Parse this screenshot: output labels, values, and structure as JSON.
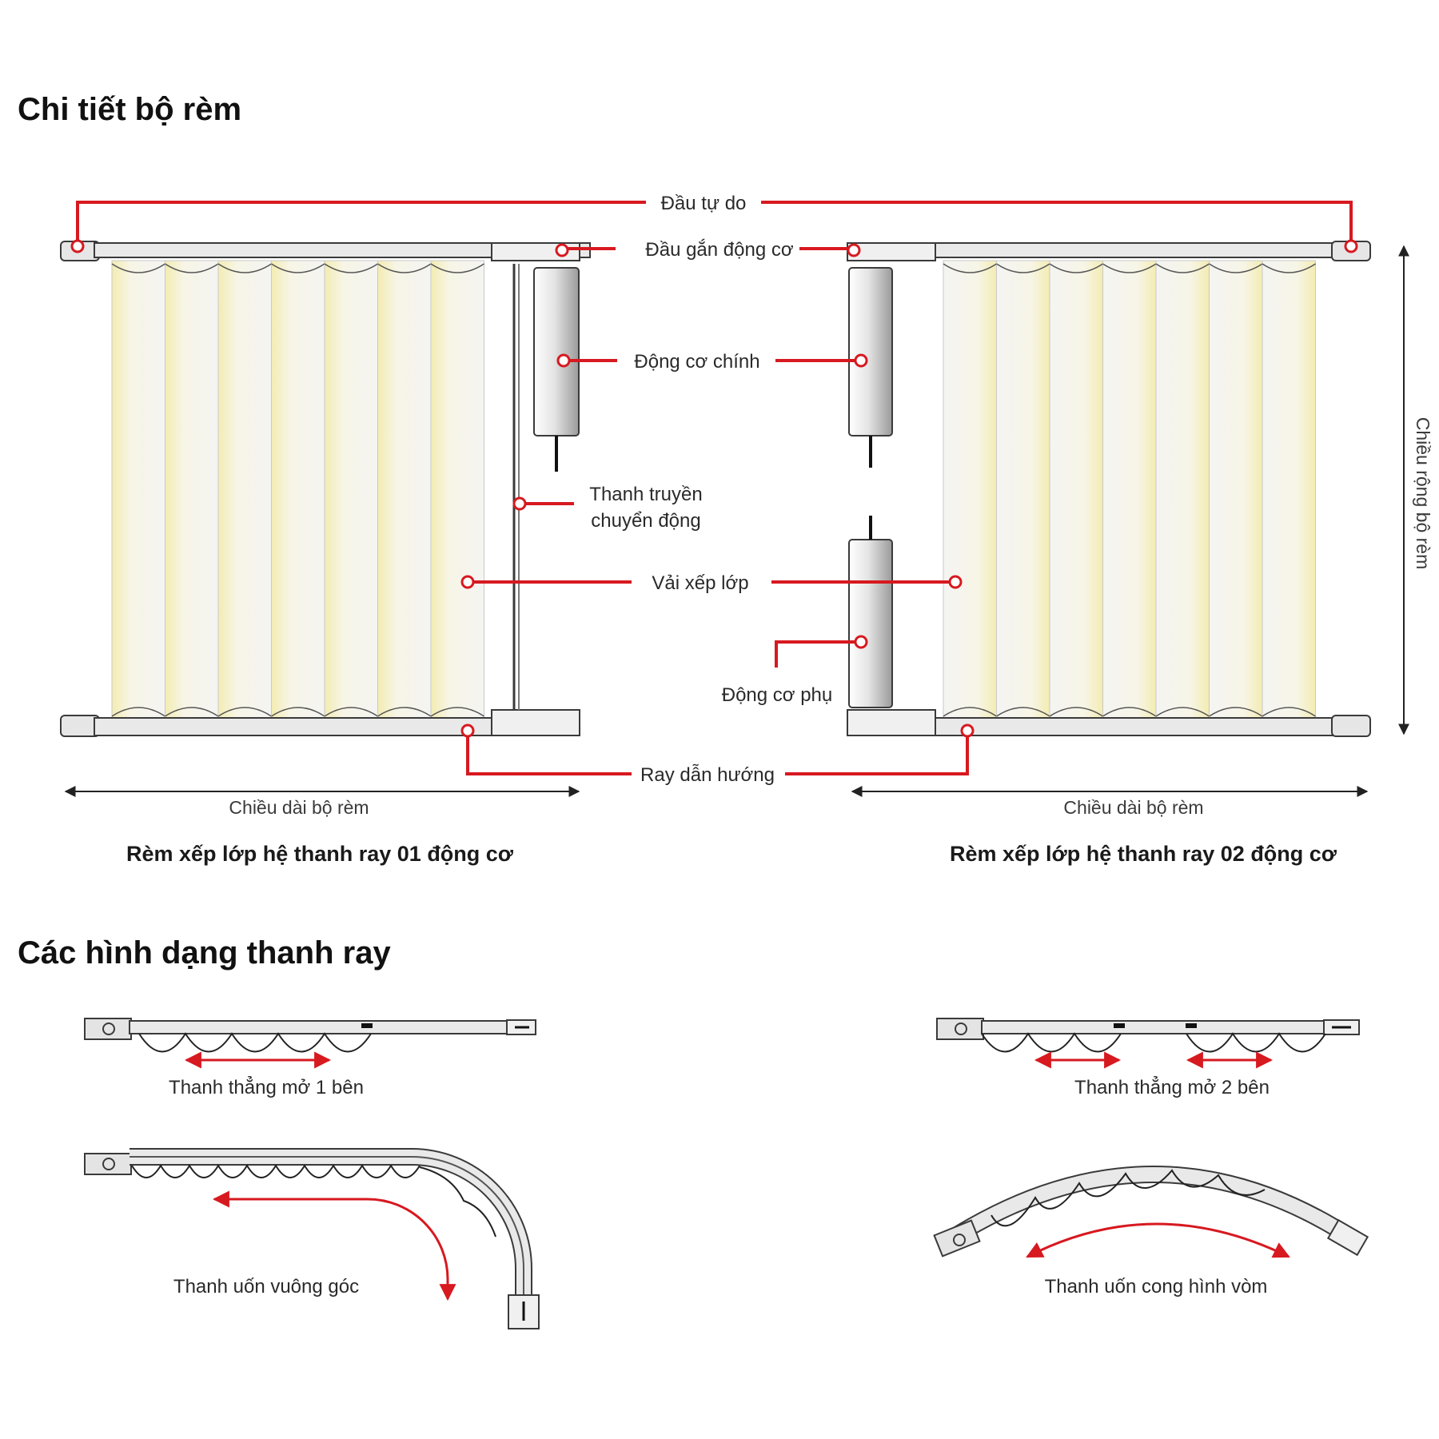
{
  "headings": {
    "details": "Chi tiết bộ rèm",
    "rail_shapes": "Các hình dạng thanh ray"
  },
  "labels": {
    "free_end": "Đầu tự do",
    "motor_mount": "Đầu gắn động cơ",
    "main_motor": "Động cơ chính",
    "drive_bar_line1": "Thanh truyền",
    "drive_bar_line2": "chuyển động",
    "pleated_fabric": "Vải xếp lớp",
    "aux_motor": "Động cơ phụ",
    "guide_rail": "Ray dẫn hướng",
    "curtain_length": "Chiều dài bộ rèm",
    "curtain_width": "Chiều rộng bộ rèm"
  },
  "subtitles": {
    "one_motor": "Rèm xếp lớp hệ thanh ray 01 động cơ",
    "two_motor": "Rèm xếp lớp hệ thanh ray 02 động cơ"
  },
  "rail_types": {
    "straight_one_side": "Thanh thẳng mở 1 bên",
    "straight_two_side": "Thanh thẳng mở 2 bên",
    "right_angle": "Thanh uốn vuông góc",
    "arch": "Thanh uốn cong hình vòm"
  },
  "colors": {
    "accent": "#d71920",
    "fabric_tint": "#f3ecb2",
    "rail": "#d9d9d9",
    "outline": "#3a3a3a"
  }
}
